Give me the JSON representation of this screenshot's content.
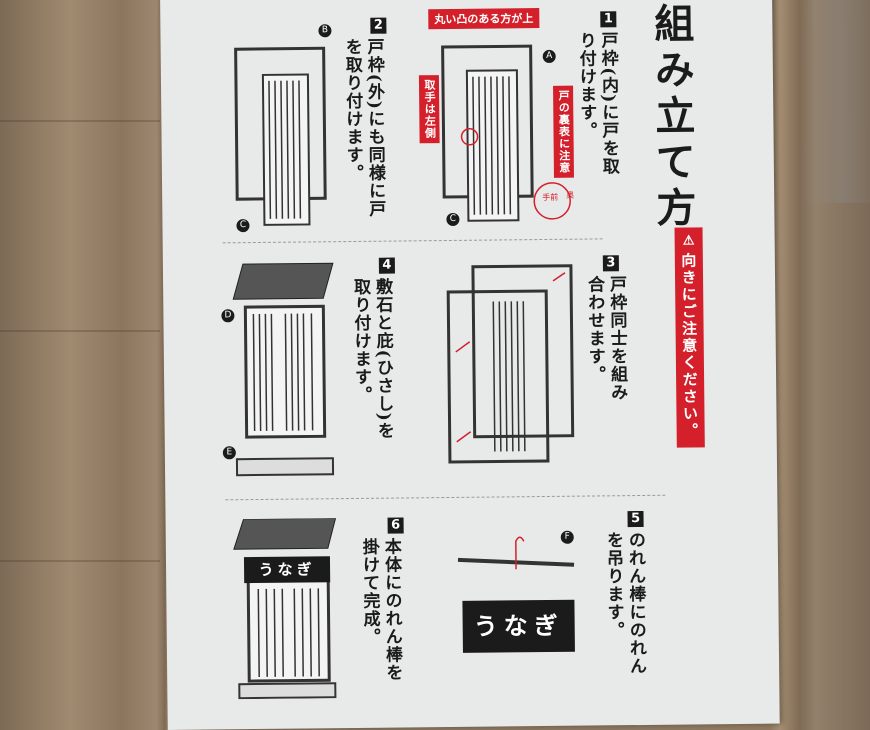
{
  "title": "組み立て方",
  "warning": {
    "icon": "warning-triangle-icon",
    "text": "向きにご注意ください。",
    "color": "#d3202b"
  },
  "steps": [
    {
      "num": "1",
      "text": "戸枠(内)に戸を取り付けます。",
      "labels": {
        "top": "丸い凸のある方が上",
        "handle": "取手は左側",
        "sides": "戸の裏表に注意",
        "front": "手前",
        "back": "奥",
        "partA": "A",
        "partC": "C"
      }
    },
    {
      "num": "2",
      "text": "戸枠(外)にも同様に戸を取り付けます。",
      "labels": {
        "partB": "B",
        "partC": "C"
      }
    },
    {
      "num": "3",
      "text": "戸枠同士を組み合わせます。"
    },
    {
      "num": "4",
      "text": "敷石と庇(ひさし)を取り付けます。",
      "labels": {
        "partD": "D",
        "partE": "E"
      }
    },
    {
      "num": "5",
      "text": "のれん棒にのれんを吊ります。",
      "labels": {
        "partF": "F",
        "noren": "うなぎ"
      }
    },
    {
      "num": "6",
      "text": "本体にのれん棒を掛けて完成。",
      "labels": {
        "noren": "うなぎ"
      }
    }
  ]
}
